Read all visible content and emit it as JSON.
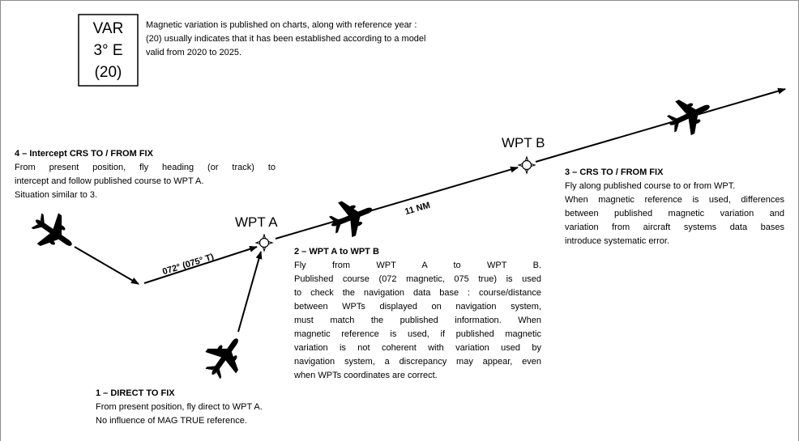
{
  "var_box": {
    "label": "VAR",
    "value": "3° E",
    "year": "(20)"
  },
  "variation_note": {
    "lines": [
      "Magnetic variation is published on charts, along with reference year :",
      "(20) usually indicates that it has been established according to a model",
      "valid from 2020 to 2025."
    ]
  },
  "waypoints": {
    "a": "WPT A",
    "b": "WPT B"
  },
  "legs": {
    "course_label": "072° (075° T)",
    "distance_label": "11 NM"
  },
  "sections": {
    "intercept": {
      "title": "4 – Intercept CRS TO / FROM FIX",
      "lines": [
        "From present position, fly heading (or track) to",
        "intercept and follow published course to WPT A.",
        "Situation similar to 3."
      ]
    },
    "direct": {
      "title": "1 – DIRECT TO FIX",
      "lines": [
        "From present position, fly direct to WPT A.",
        "No influence of MAG TRUE reference."
      ]
    },
    "a_to_b": {
      "title": "2 – WPT A to WPT B",
      "lines": [
        "Fly from WPT A to WPT B.",
        "Published course (072 magnetic, 075 true) is used",
        "to check the navigation data base : course/distance",
        "between WPTs displayed on navigation system,",
        "must match the published information. When",
        "magnetic reference is used, if published magnetic",
        "variation is not coherent with variation used by",
        "navigation system, a discrepancy may appear, even",
        "when WPTs coordinates are correct."
      ]
    },
    "crs": {
      "title": "3 – CRS TO / FROM FIX",
      "lines": [
        "Fly along published course to or from WPT.",
        "When magnetic reference is used, differences",
        "between published magnetic variation and",
        "variation from aircraft systems data bases",
        "introduce systematic error."
      ]
    }
  },
  "icons": {
    "aircraft": "airplane-icon",
    "waypoint": "waypoint-icon",
    "arrow": "arrowhead-icon"
  },
  "colors": {
    "ink": "#000000",
    "frame": "#8c8c8c",
    "background": "#ffffff"
  }
}
